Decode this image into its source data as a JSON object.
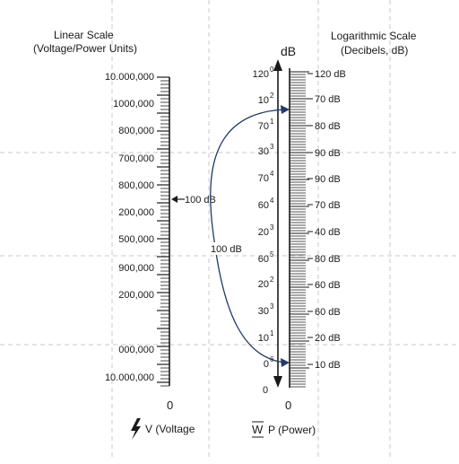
{
  "left_scale": {
    "title_line1": "Linear Scale",
    "title_line2": "(Voltage/Power Units)",
    "labels": [
      "10.000,000",
      "1000,000",
      "800,000",
      "700,000",
      "800,000",
      "200,000",
      "500,000",
      "900,000",
      "200,000",
      "000,000",
      "10.000,000"
    ],
    "zero": "0",
    "marker_label": "100 dB",
    "footer_label": "V (Voltage",
    "footer_icon": "lightning-bolt-icon"
  },
  "right_scale": {
    "title_line1": "Logarithmic Scale",
    "title_line2": "(Decibels, dB)",
    "axis_unit": "dB",
    "db_labels": [
      "120 dB",
      "70 dB",
      "80 dB",
      "90 dB",
      "90 dB",
      "70 dB",
      "40 dB",
      "80 dB",
      "60 dB",
      "60 dB",
      "20 dB",
      "10 dB"
    ],
    "power_labels": [
      {
        "base": "120",
        "exp": "0"
      },
      {
        "base": "10",
        "exp": "2"
      },
      {
        "base": "70",
        "exp": "1"
      },
      {
        "base": "30",
        "exp": "3"
      },
      {
        "base": "70",
        "exp": "4"
      },
      {
        "base": "60",
        "exp": "4"
      },
      {
        "base": "20",
        "exp": "3"
      },
      {
        "base": "60",
        "exp": "5"
      },
      {
        "base": "20",
        "exp": "2"
      },
      {
        "base": "30",
        "exp": "3"
      },
      {
        "base": "10",
        "exp": "1"
      },
      {
        "base": "0",
        "exp": "6"
      }
    ],
    "bottom_label": "0",
    "zero": "0",
    "footer_w": "W",
    "footer_label": "P (Power)"
  },
  "arc": {
    "label": "100 dB",
    "color": "#1f3a6e"
  }
}
